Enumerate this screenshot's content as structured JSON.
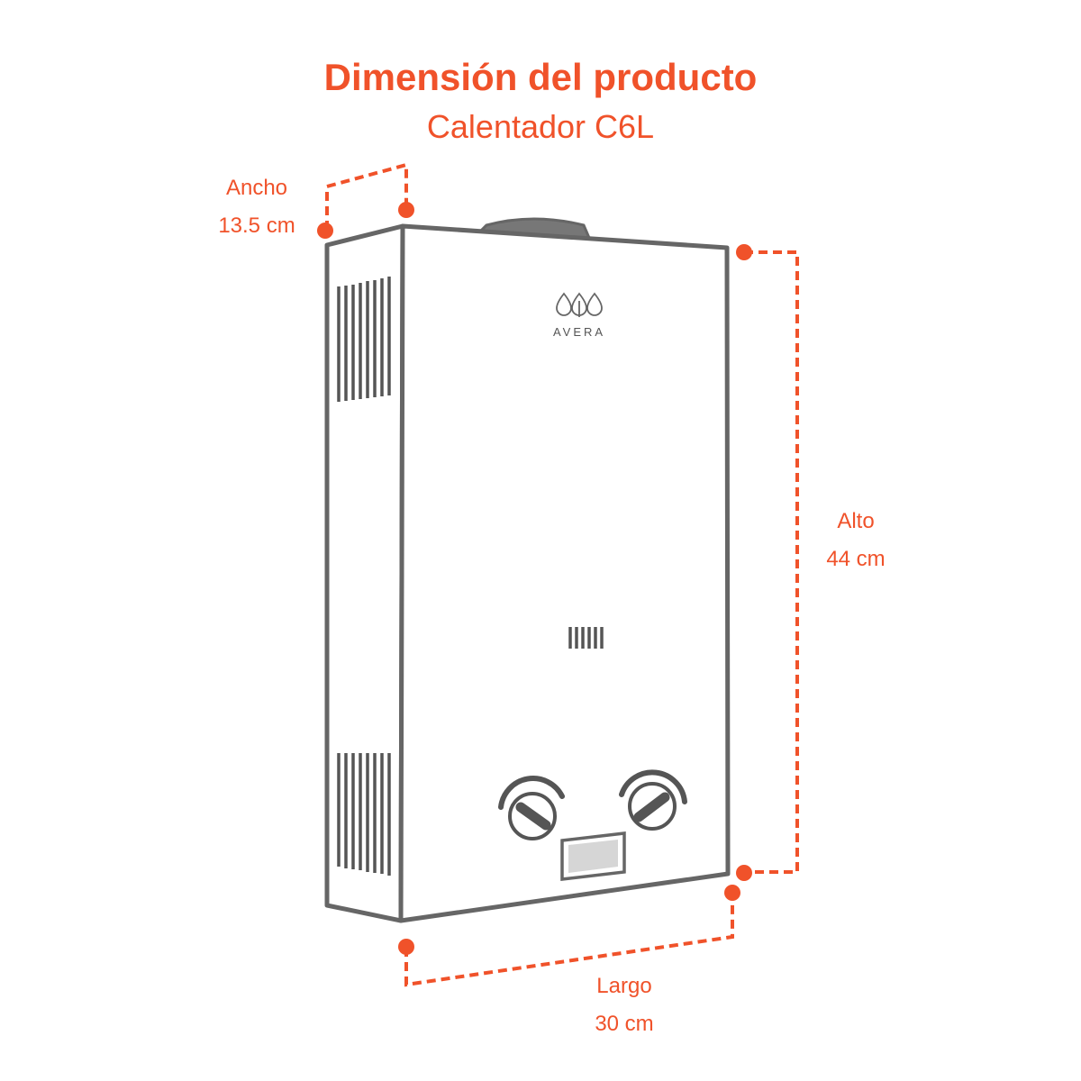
{
  "header": {
    "title": "Dimensión del producto",
    "subtitle": "Calentador C6L"
  },
  "product": {
    "brand": "AVERA"
  },
  "dimensions": {
    "width": {
      "label": "Ancho",
      "value": "13.5 cm"
    },
    "height": {
      "label": "Alto",
      "value": "44 cm"
    },
    "length": {
      "label": "Largo",
      "value": "30 cm"
    }
  },
  "colors": {
    "accent": "#f0522a",
    "outline": "#666666",
    "fill_light": "#f3f3f3",
    "display": "#d6d6d6"
  }
}
